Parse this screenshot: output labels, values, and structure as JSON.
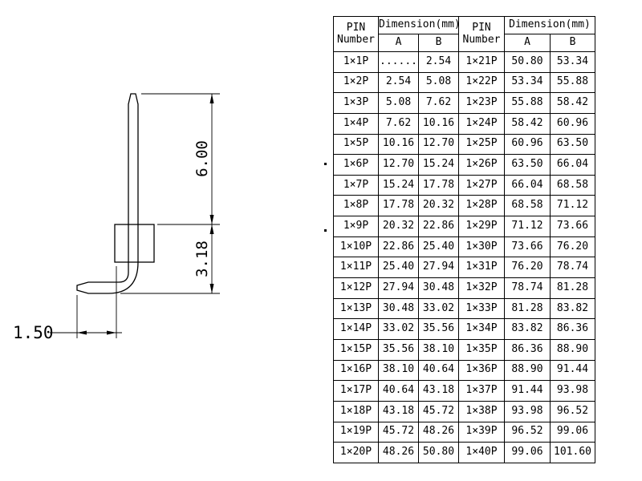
{
  "drawing": {
    "dim_pin_length": "6.00",
    "dim_body_height": "3.18",
    "dim_tip_length": "1.50"
  },
  "table": {
    "header": {
      "pin": "PIN",
      "number": "Number",
      "dimension": "Dimension(mm)",
      "a": "A",
      "b": "B"
    },
    "rows": [
      [
        "1×1P",
        "......",
        "2.54",
        "1×21P",
        "50.80",
        "53.34"
      ],
      [
        "1×2P",
        "2.54",
        "5.08",
        "1×22P",
        "53.34",
        "55.88"
      ],
      [
        "1×3P",
        "5.08",
        "7.62",
        "1×23P",
        "55.88",
        "58.42"
      ],
      [
        "1×4P",
        "7.62",
        "10.16",
        "1×24P",
        "58.42",
        "60.96"
      ],
      [
        "1×5P",
        "10.16",
        "12.70",
        "1×25P",
        "60.96",
        "63.50"
      ],
      [
        "1×6P",
        "12.70",
        "15.24",
        "1×26P",
        "63.50",
        "66.04"
      ],
      [
        "1×7P",
        "15.24",
        "17.78",
        "1×27P",
        "66.04",
        "68.58"
      ],
      [
        "1×8P",
        "17.78",
        "20.32",
        "1×28P",
        "68.58",
        "71.12"
      ],
      [
        "1×9P",
        "20.32",
        "22.86",
        "1×29P",
        "71.12",
        "73.66"
      ],
      [
        "1×10P",
        "22.86",
        "25.40",
        "1×30P",
        "73.66",
        "76.20"
      ],
      [
        "1×11P",
        "25.40",
        "27.94",
        "1×31P",
        "76.20",
        "78.74"
      ],
      [
        "1×12P",
        "27.94",
        "30.48",
        "1×32P",
        "78.74",
        "81.28"
      ],
      [
        "1×13P",
        "30.48",
        "33.02",
        "1×33P",
        "81.28",
        "83.82"
      ],
      [
        "1×14P",
        "33.02",
        "35.56",
        "1×34P",
        "83.82",
        "86.36"
      ],
      [
        "1×15P",
        "35.56",
        "38.10",
        "1×35P",
        "86.36",
        "88.90"
      ],
      [
        "1×16P",
        "38.10",
        "40.64",
        "1×36P",
        "88.90",
        "91.44"
      ],
      [
        "1×17P",
        "40.64",
        "43.18",
        "1×37P",
        "91.44",
        "93.98"
      ],
      [
        "1×18P",
        "43.18",
        "45.72",
        "1×38P",
        "93.98",
        "96.52"
      ],
      [
        "1×19P",
        "45.72",
        "48.26",
        "1×39P",
        "96.52",
        "99.06"
      ],
      [
        "1×20P",
        "48.26",
        "50.80",
        "1×40P",
        "99.06",
        "101.60"
      ]
    ]
  }
}
